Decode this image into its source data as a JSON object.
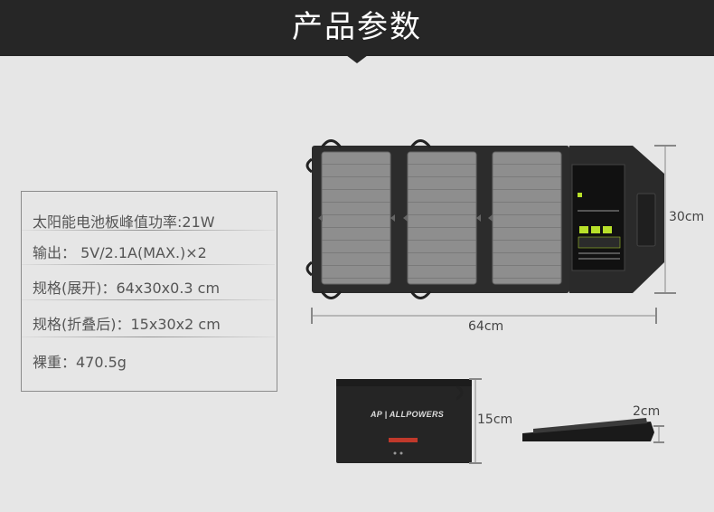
{
  "header": {
    "title": "产品参数"
  },
  "specs": [
    {
      "label": "太阳能电池板峰值功率:21W"
    },
    {
      "label": "输出：  5V/2.1A(MAX.)×2"
    },
    {
      "label": "规格(展开)：64x30x0.3 cm"
    },
    {
      "label": "规格(折叠后)：15x30x2 cm"
    },
    {
      "label": "裸重：470.5g"
    }
  ],
  "dimensions": {
    "unfolded_width": "64cm",
    "unfolded_height": "30cm",
    "folded_height": "15cm",
    "folded_thickness": "2cm"
  },
  "product": {
    "brand_logo": "AP | ALLPOWERS"
  }
}
